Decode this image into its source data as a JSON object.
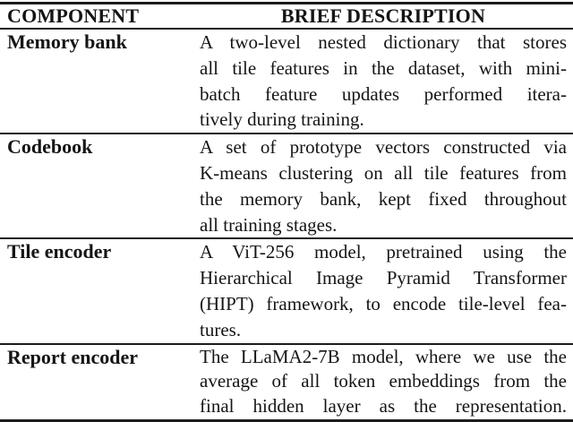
{
  "page": {
    "background_color": "#ffffff",
    "text_color": "#151515",
    "rule_color": "#1c1c1c"
  },
  "table": {
    "headers": {
      "component": "COMPONENT",
      "description": "BRIEF DESCRIPTION"
    },
    "rows": [
      {
        "component": "Memory bank",
        "description": "A two-level nested dictionary that stores all tile features in the dataset, with mini-batch feature updates performed iteratively during training.",
        "lines": [
          "A two-level nested dictionary that stores",
          "all tile features in the dataset, with mini-",
          "batch feature updates performed itera-",
          "tively during training."
        ]
      },
      {
        "component": "Codebook",
        "description": "A set of prototype vectors constructed via K-means clustering on all tile features from the memory bank, kept fixed throughout all training stages.",
        "lines": [
          "A set of prototype vectors constructed via",
          "K-means clustering on all tile features from",
          "the memory bank, kept fixed throughout",
          "all training stages."
        ]
      },
      {
        "component": "Tile encoder",
        "description": "A ViT-256 model, pretrained using the Hierarchical Image Pyramid Transformer (HIPT) framework, to encode tile-level features.",
        "lines": [
          "A ViT-256 model, pretrained using the",
          "Hierarchical Image Pyramid Transformer",
          "(HIPT) framework, to encode tile-level fea-",
          "tures."
        ]
      },
      {
        "component": "Report encoder",
        "description": "The LLaMA2-7B model, where we use the average of all token embeddings from the final hidden layer as the representation.",
        "lines": [
          "The LLaMA2-7B model, where we use the",
          "average of all token embeddings from the",
          "final hidden layer as the representation."
        ]
      }
    ]
  }
}
